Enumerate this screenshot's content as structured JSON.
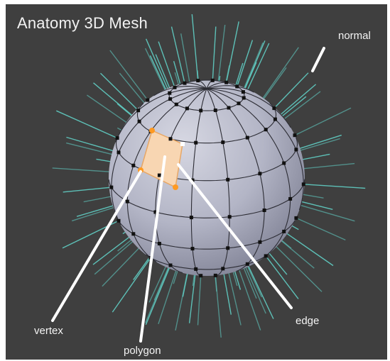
{
  "title": "Anatomy 3D Mesh",
  "labels": {
    "normal": "normal",
    "vertex": "vertex",
    "polygon": "polygon",
    "edge": "edge"
  },
  "colors": {
    "background": "#3f3f3f",
    "sphere": "#b4b6c6",
    "normals": "#5fc7be",
    "highlight_polygon": "#f8d6b2",
    "highlight_vertex": "#ff9a22",
    "leader_lines": "#ffffff"
  }
}
